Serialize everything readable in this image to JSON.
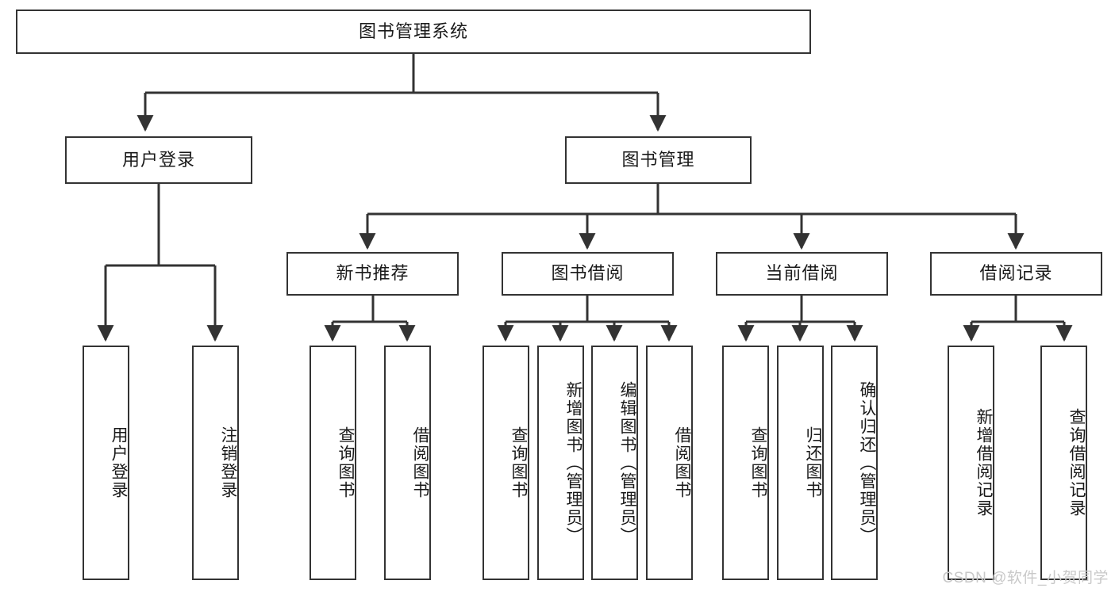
{
  "diagram": {
    "title": "图书管理系统",
    "type": "tree",
    "orientation": "top-down",
    "stroke_color": "#333333",
    "background_color": "#ffffff",
    "text_color": "#1a1a1a"
  },
  "root": {
    "label": "图书管理系统"
  },
  "level2": [
    {
      "label": "用户登录"
    },
    {
      "label": "图书管理"
    }
  ],
  "level3": [
    {
      "label": "新书推荐"
    },
    {
      "label": "图书借阅"
    },
    {
      "label": "当前借阅"
    },
    {
      "label": "借阅记录"
    }
  ],
  "leaves": {
    "user_login": [
      {
        "label": "用户登录"
      },
      {
        "label": "注销登录"
      }
    ],
    "new_book_recommend": [
      {
        "label": "查询图书"
      },
      {
        "label": "借阅图书"
      }
    ],
    "book_borrow": [
      {
        "label": "查询图书"
      },
      {
        "label": "新增图书（管理员）"
      },
      {
        "label": "编辑图书（管理员）"
      },
      {
        "label": "借阅图书"
      }
    ],
    "current_borrow": [
      {
        "label": "查询图书"
      },
      {
        "label": "归还图书"
      },
      {
        "label": "确认归还（管理员）"
      }
    ],
    "borrow_records": [
      {
        "label": "新增借阅记录"
      },
      {
        "label": "查询借阅记录"
      }
    ]
  },
  "watermark": {
    "text": "CSDN @软件_小贺同学"
  }
}
